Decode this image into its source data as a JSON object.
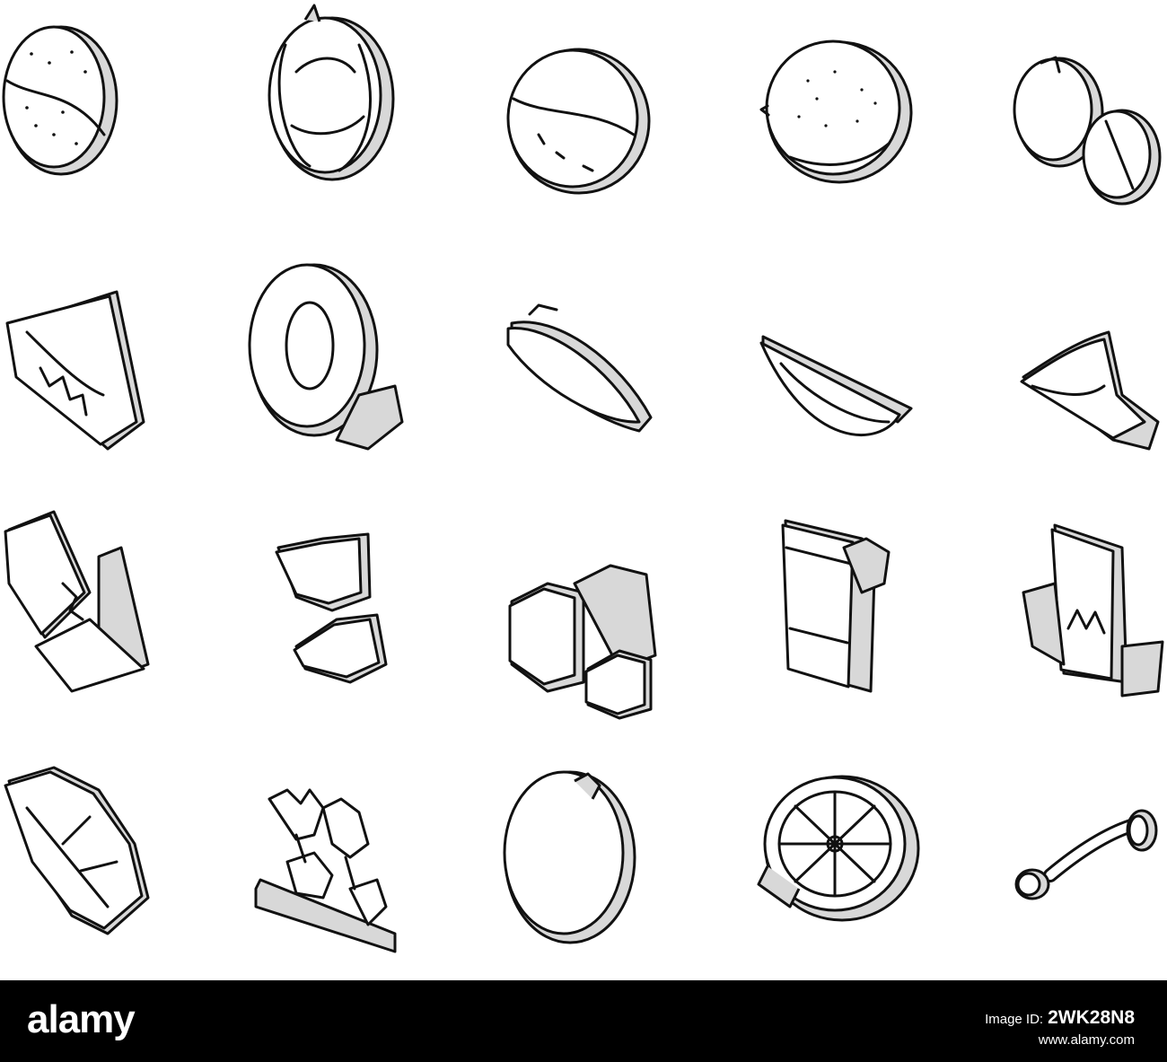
{
  "footer": {
    "logo_text": "alamy",
    "image_id_label": "Image ID:",
    "image_id_value": "2WK28N8",
    "site": "www.alamy.com"
  },
  "palette": {
    "line": "#111111",
    "shade": "#d8d8d8",
    "background": "#ffffff",
    "footer": "#000000"
  },
  "icons": [
    "melon-half-icon",
    "melon-peeled-icon",
    "melon-whole-icon",
    "melon-textured-icon",
    "melon-pair-icon",
    "melon-wedge-seeds-icon",
    "melon-ring-slice-icon",
    "melon-slice-arc-icon",
    "melon-wedge-icon",
    "melon-bitten-slice-icon",
    "melon-quarters-icon",
    "melon-pieces-icon",
    "melon-cubes-icon",
    "melon-juice-pack-icon",
    "melon-juice-glass-icon",
    "melon-leaf-icon",
    "melon-plant-icon",
    "melon-round-slice-icon",
    "melon-cross-section-icon",
    "melon-baller-icon"
  ]
}
